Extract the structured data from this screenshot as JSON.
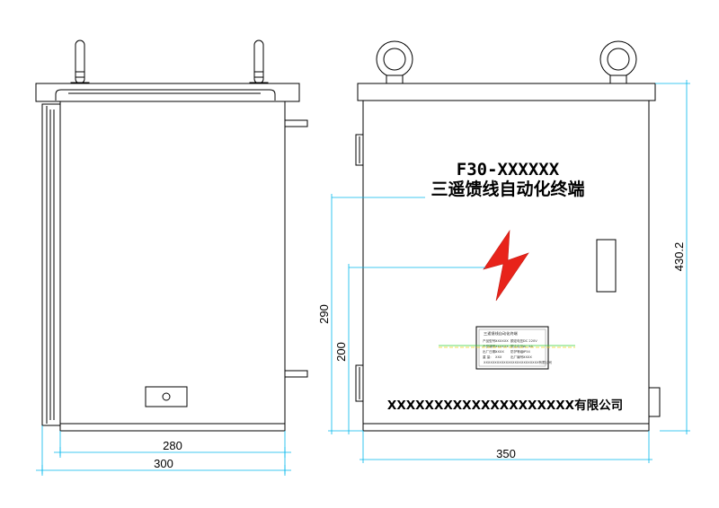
{
  "front_panel": {
    "model": "F30-XXXXXX",
    "title": "三遥馈线自动化终端",
    "manufacturer": "XXXXXXXXXXXXXXXXXXXX有限公司",
    "nameplate": {
      "title": "三遥馈线自动化终端",
      "rows": [
        [
          "产品型号:",
          "XXXXXX",
          "额定电压:",
          "DC 220V"
        ],
        [
          "产品编号:",
          "XXXXXX",
          "额定电流:",
          "AC 5A"
        ],
        [
          "出厂日期:",
          "XXXX",
          "防护等级:",
          "IP54"
        ],
        [
          "重    量:",
          "XXX",
          "出厂编号:",
          "XXXX"
        ]
      ],
      "footer": "XXXXXXXXXXXXXXXXXXXXXXXXX有限公司"
    }
  },
  "dimensions": {
    "side_inner_width": "280",
    "side_outer_width": "300",
    "front_width": "350",
    "front_height": "430.2",
    "height_290": "290",
    "height_200": "200"
  },
  "colors": {
    "outline": "#000000",
    "dimension_line": "#00b7eb",
    "lightning": "#e8231a",
    "marker_green": "#35d035",
    "marker_yellow": "#f2d21b"
  }
}
